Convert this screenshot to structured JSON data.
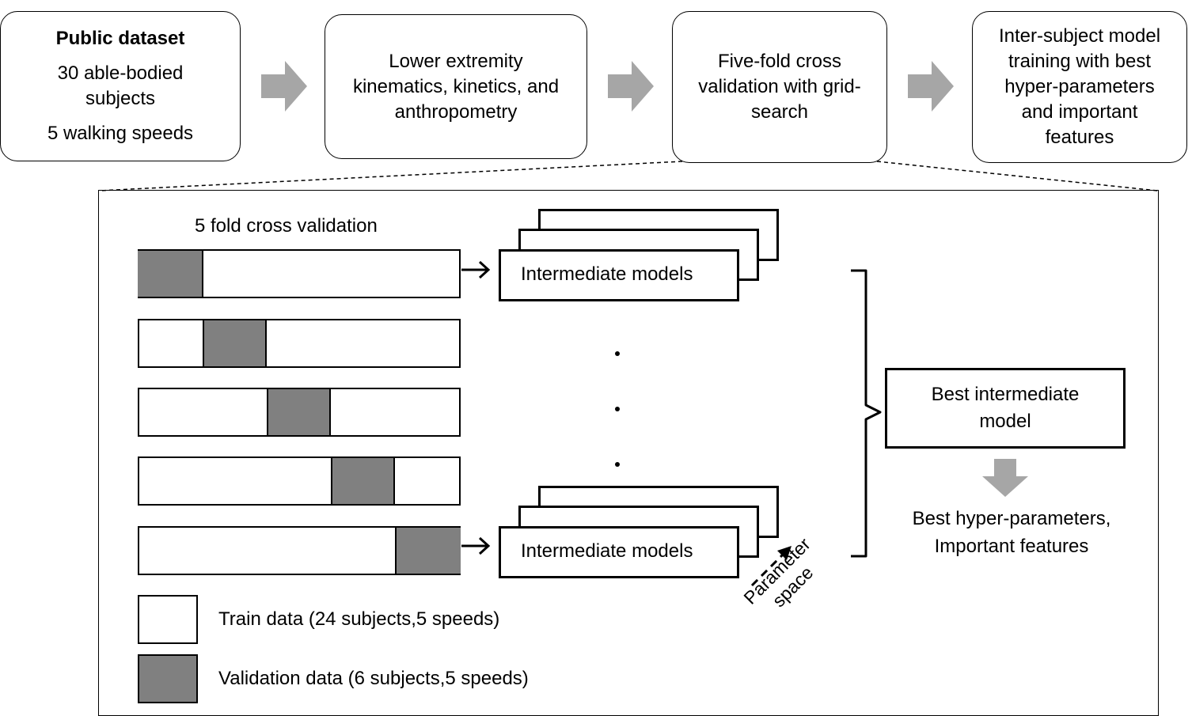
{
  "pipeline": {
    "box1": {
      "title": "Public dataset",
      "line1": "30 able-bodied",
      "line2": "subjects",
      "line3": "5 walking speeds"
    },
    "box2": {
      "line1": "Lower extremity",
      "line2": "kinematics, kinetics, and",
      "line3": "anthropometry"
    },
    "box3": {
      "line1": "Five-fold cross",
      "line2": "validation with grid-",
      "line3": "search"
    },
    "box4": {
      "line1": "Inter-subject model",
      "line2": "training with best",
      "line3": "hyper-parameters",
      "line4": "and important",
      "line5": "features"
    }
  },
  "detail": {
    "cv_title": "5 fold cross validation",
    "model_label_top": "Intermediate models",
    "model_label_bottom": "Intermediate models",
    "param_label_1": "Parameter",
    "param_label_2": "space",
    "best_model_line1": "Best intermediate",
    "best_model_line2": "model",
    "result_line1": "Best hyper-parameters,",
    "result_line2": "Important features",
    "legend": {
      "train": "Train data (24 subjects,5 speeds)",
      "validation": "Validation data (6 subjects,5 speeds)"
    }
  },
  "colors": {
    "validation_fill": "#808080",
    "arrow_fill": "#a6a6a6"
  }
}
